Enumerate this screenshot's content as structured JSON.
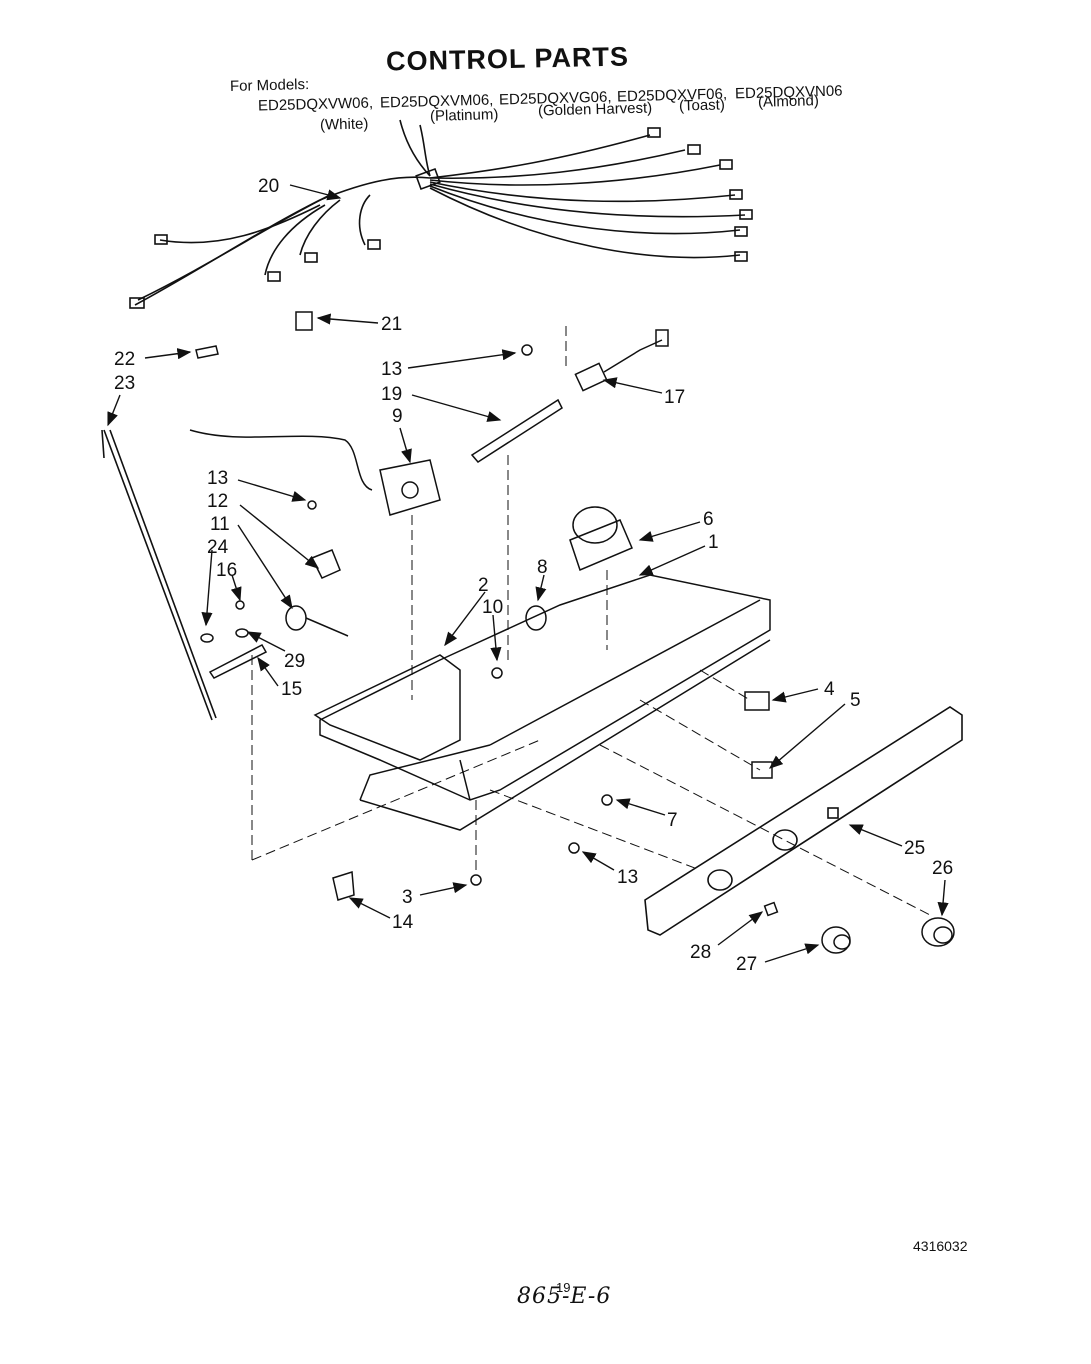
{
  "header": {
    "title": "CONTROL PARTS",
    "for_models_label": "For Models:",
    "models": [
      {
        "code": "ED25DQXVW06,",
        "color": "(White)"
      },
      {
        "code": "ED25DQXVM06,",
        "color": "(Platinum)"
      },
      {
        "code": "ED25DQXVG06,",
        "color": "(Golden Harvest)"
      },
      {
        "code": "ED25DQXVF06,",
        "color": "(Toast)"
      },
      {
        "code": "ED25DQXVN06",
        "color": "(Almond)"
      }
    ]
  },
  "callouts": {
    "c20": "20",
    "c21": "21",
    "c22": "22",
    "c23": "23",
    "c13a": "13",
    "c19": "19",
    "c17": "17",
    "c9": "9",
    "c13b": "13",
    "c12": "12",
    "c11": "11",
    "c24": "24",
    "c16": "16",
    "c2": "2",
    "c10": "10",
    "c8": "8",
    "c6": "6",
    "c1": "1",
    "c29": "29",
    "c15": "15",
    "c4": "4",
    "c5": "5",
    "c7": "7",
    "c25": "25",
    "c26": "26",
    "c13c": "13",
    "c3": "3",
    "c14": "14",
    "c28": "28",
    "c27": "27"
  },
  "footer": {
    "code": "4316032",
    "page": "19",
    "handwritten": "865-E-6"
  }
}
